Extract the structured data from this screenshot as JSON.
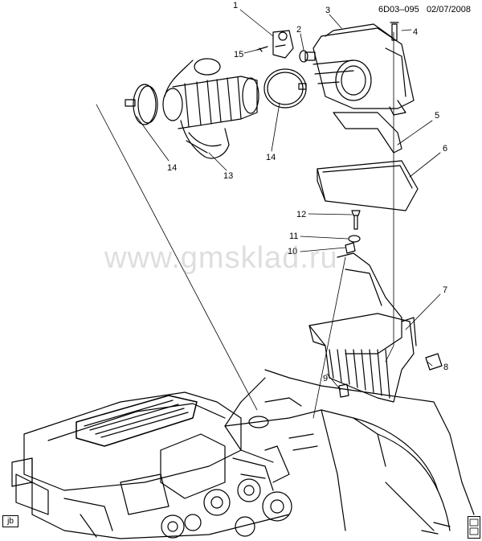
{
  "header": {
    "diagram_id": "6D03–095",
    "date": "02/07/2008"
  },
  "watermark": "www.gmsklad.ru",
  "corner_badges": {
    "left": "jb",
    "right_icon": "gm-logo-icon"
  },
  "callouts": [
    "1",
    "2",
    "3",
    "4",
    "5",
    "6",
    "7",
    "8",
    "9",
    "10",
    "11",
    "12",
    "13",
    "14",
    "14",
    "15"
  ],
  "colors": {
    "line": "#000000",
    "background": "#ffffff",
    "watermark": "#a0a0a0"
  }
}
